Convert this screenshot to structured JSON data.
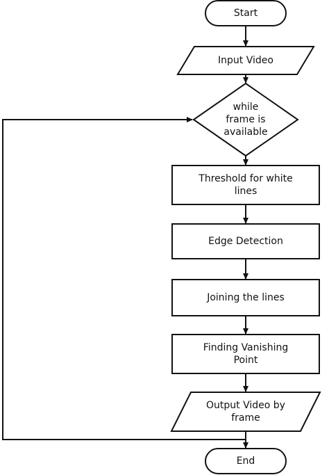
{
  "diagram": {
    "nodes": [
      {
        "id": "start",
        "shape": "terminator",
        "lines": [
          "Start"
        ]
      },
      {
        "id": "input",
        "shape": "io",
        "lines": [
          "Input Video"
        ]
      },
      {
        "id": "loop",
        "shape": "decision",
        "lines": [
          "while",
          "frame is",
          "available"
        ]
      },
      {
        "id": "threshold",
        "shape": "process",
        "lines": [
          "Threshold for white",
          "lines"
        ]
      },
      {
        "id": "edge",
        "shape": "process",
        "lines": [
          "Edge Detection"
        ]
      },
      {
        "id": "join",
        "shape": "process",
        "lines": [
          "Joining the lines"
        ]
      },
      {
        "id": "vanish",
        "shape": "process",
        "lines": [
          "Finding Vanishing",
          "Point"
        ]
      },
      {
        "id": "output",
        "shape": "io",
        "lines": [
          "Output Video by",
          "frame"
        ]
      },
      {
        "id": "end",
        "shape": "terminator",
        "lines": [
          "End"
        ]
      }
    ],
    "edges": [
      {
        "from": "start",
        "to": "input"
      },
      {
        "from": "input",
        "to": "loop"
      },
      {
        "from": "loop",
        "to": "threshold"
      },
      {
        "from": "threshold",
        "to": "edge"
      },
      {
        "from": "edge",
        "to": "join"
      },
      {
        "from": "join",
        "to": "vanish"
      },
      {
        "from": "vanish",
        "to": "output"
      },
      {
        "from": "output",
        "to": "end"
      },
      {
        "from": "output",
        "to": "loop",
        "kind": "loop-back"
      }
    ],
    "colors": {
      "stroke": "#111111",
      "fill": "#ffffff",
      "text": "#111111"
    }
  }
}
